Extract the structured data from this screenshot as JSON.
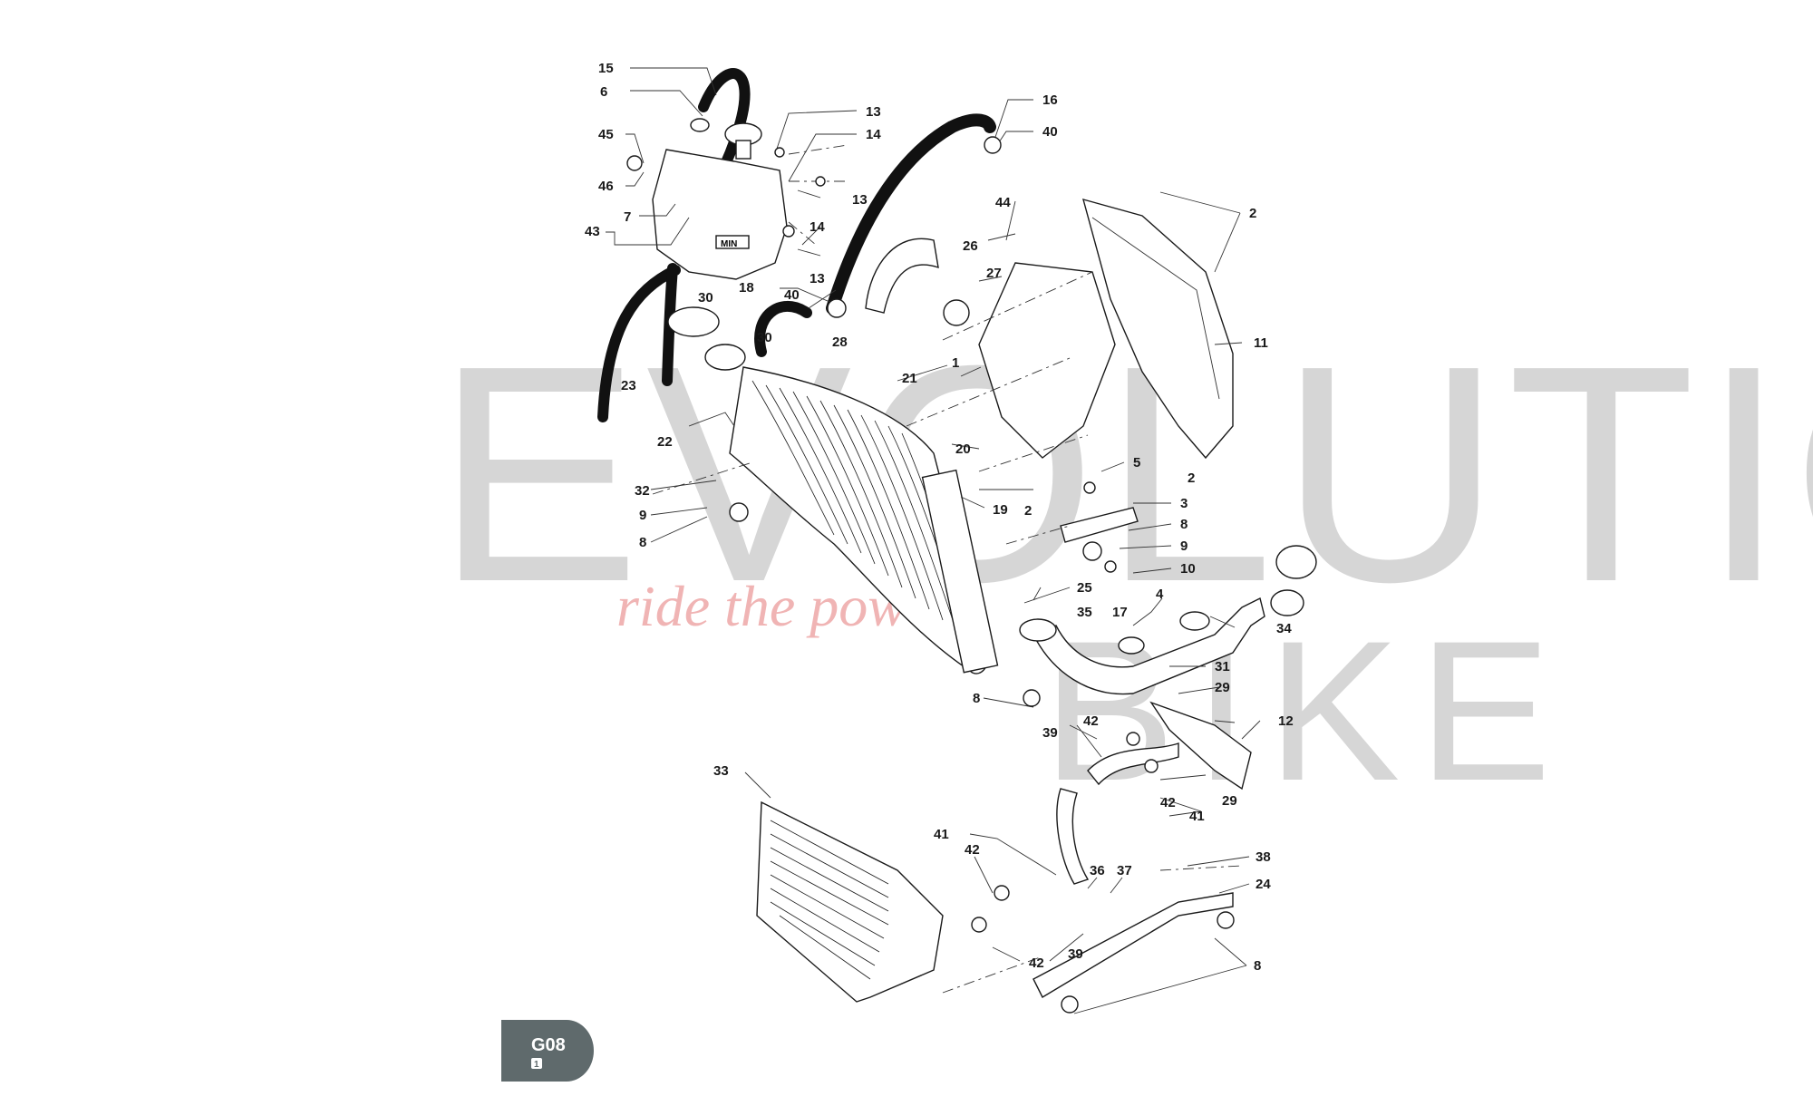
{
  "watermark": {
    "word_top": "EVOLUTION",
    "word_bottom": "BIKE",
    "tagline": "ride the power"
  },
  "badge": {
    "code": "G08",
    "sheet": "1"
  },
  "callouts": {
    "c15": "15",
    "c6": "6",
    "c45": "45",
    "c46": "46",
    "c7": "7",
    "c43": "43",
    "c13a": "13",
    "c14a": "14",
    "c13b": "13",
    "c14b": "14",
    "c13c": "13",
    "c16": "16",
    "c40a": "40",
    "c44": "44",
    "c2a": "2",
    "c26": "26",
    "c27": "27",
    "c18": "18",
    "c40b": "40",
    "c30a": "30",
    "c30b": "30",
    "c28": "28",
    "c23": "23",
    "c1": "1",
    "c11": "11",
    "c21": "21",
    "c22": "22",
    "c20": "20",
    "c5": "5",
    "c2b": "2",
    "c2c": "2",
    "c32": "32",
    "c19": "19",
    "c3": "3",
    "c9a": "9",
    "c8a": "8",
    "c8b": "8",
    "c9b": "9",
    "c10": "10",
    "c25": "25",
    "c4": "4",
    "c35": "35",
    "c17": "17",
    "c34": "34",
    "c31": "31",
    "c8c": "8",
    "c29a": "29",
    "c12": "12",
    "c39a": "39",
    "c42a": "42",
    "c33": "33",
    "c42b": "42",
    "c41a": "41",
    "c29b": "29",
    "c41b": "41",
    "c42c": "42",
    "c38": "38",
    "c36": "36",
    "c37": "37",
    "c24": "24",
    "c42d": "42",
    "c39b": "39",
    "c8d": "8"
  },
  "tank_label": "MIN"
}
